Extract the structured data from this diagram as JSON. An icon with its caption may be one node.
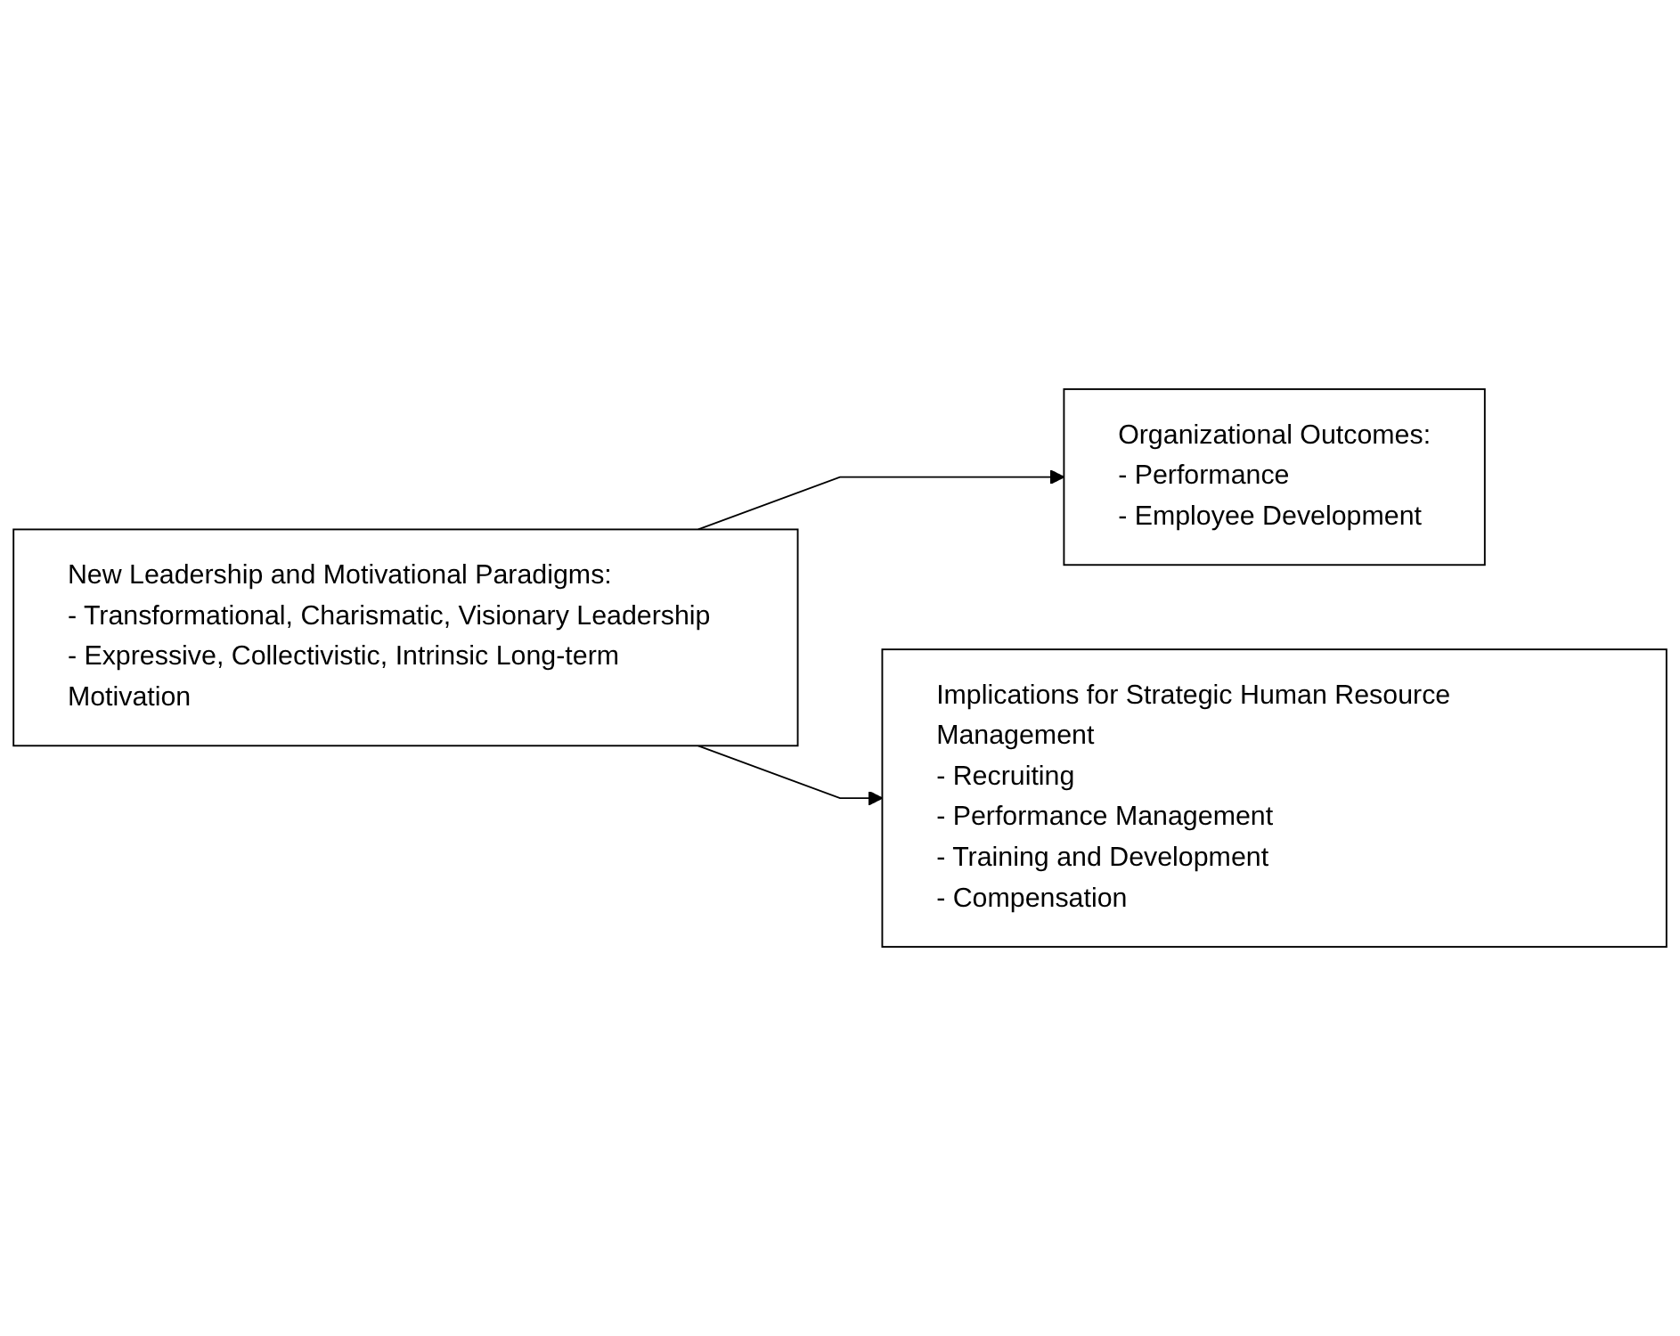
{
  "diagram": {
    "nodes": [
      {
        "text": [
          "New Leadership and Motivational Paradigms:",
          "- Transformational, Charismatic, Visionary Leadership",
          "- Expressive, Collectivistic, Intrinsic Long-term Motivation"
        ]
      },
      {
        "text": [
          "Organizational Outcomes:",
          "- Performance",
          "- Employee Development"
        ]
      },
      {
        "text": [
          "Implications for Strategic Human Resource Management",
          "- Recruiting",
          "- Performance Management",
          "- Training and Development",
          "- Compensation"
        ]
      }
    ],
    "edges": [
      {
        "from": 0,
        "to": 1,
        "arrow": "to"
      },
      {
        "from": 0,
        "to": 2,
        "arrow": "to"
      }
    ]
  }
}
